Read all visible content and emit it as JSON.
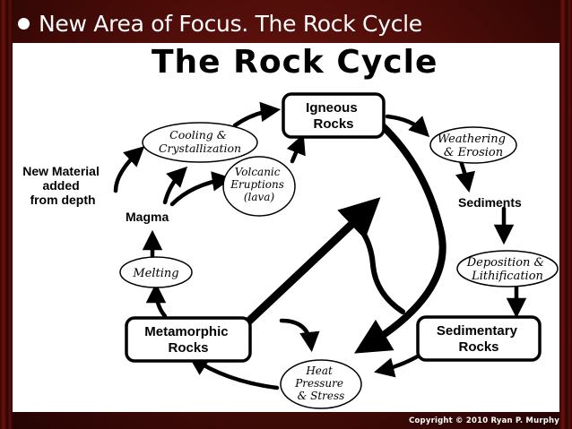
{
  "slide": {
    "title": "New Area of Focus. The Rock Cycle",
    "copyright": "Copyright © 2010 Ryan P. Murphy"
  },
  "diagram": {
    "heading": "The Rock Cycle",
    "boxes": {
      "igneous": [
        "Igneous",
        "Rocks"
      ],
      "sedimentary": [
        "Sedimentary",
        "Rocks"
      ],
      "metamorphic": [
        "Metamorphic",
        "Rocks"
      ]
    },
    "ovals": {
      "weathering": [
        "Weathering",
        "& Erosion"
      ],
      "deposition": [
        "Deposition &",
        "Lithification"
      ],
      "heat": [
        "Heat",
        "Pressure",
        "& Stress"
      ],
      "melting": [
        "Melting"
      ],
      "cooling": [
        "Cooling &",
        "Crystallization"
      ],
      "volcanic": [
        "Volcanic",
        "Eruptions",
        "(lava)"
      ]
    },
    "labels": {
      "sediments": "Sediments",
      "magma": "Magma",
      "new_material": [
        "New Material",
        "added",
        "from depth"
      ]
    }
  },
  "colors": {
    "background": "#4a0c08",
    "title_text": "#ffffff",
    "diagram_bg": "#ffffff",
    "ink": "#000000"
  }
}
